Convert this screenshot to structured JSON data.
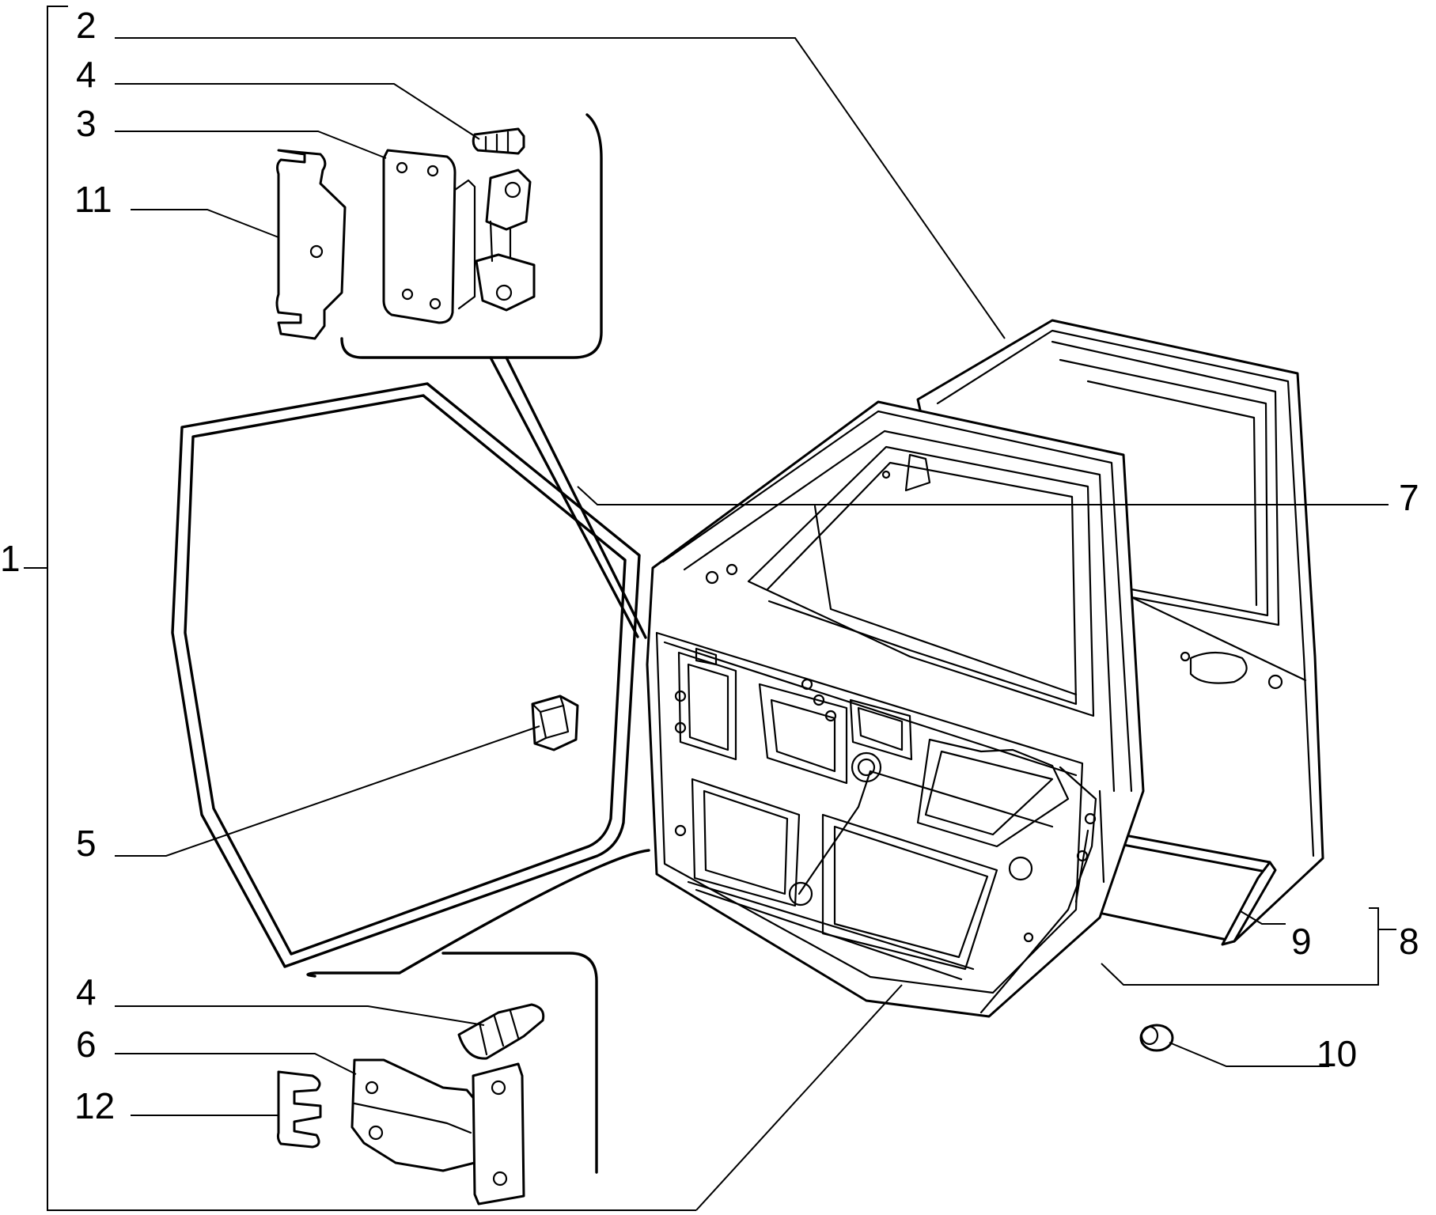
{
  "diagram": {
    "type": "exploded parts diagram",
    "subject": "front door assembly",
    "colors": {
      "line": "#000000",
      "background": "#ffffff"
    },
    "callouts": [
      "1",
      "2",
      "4",
      "3",
      "11",
      "7",
      "5",
      "4",
      "6",
      "12",
      "9",
      "8",
      "10"
    ]
  }
}
